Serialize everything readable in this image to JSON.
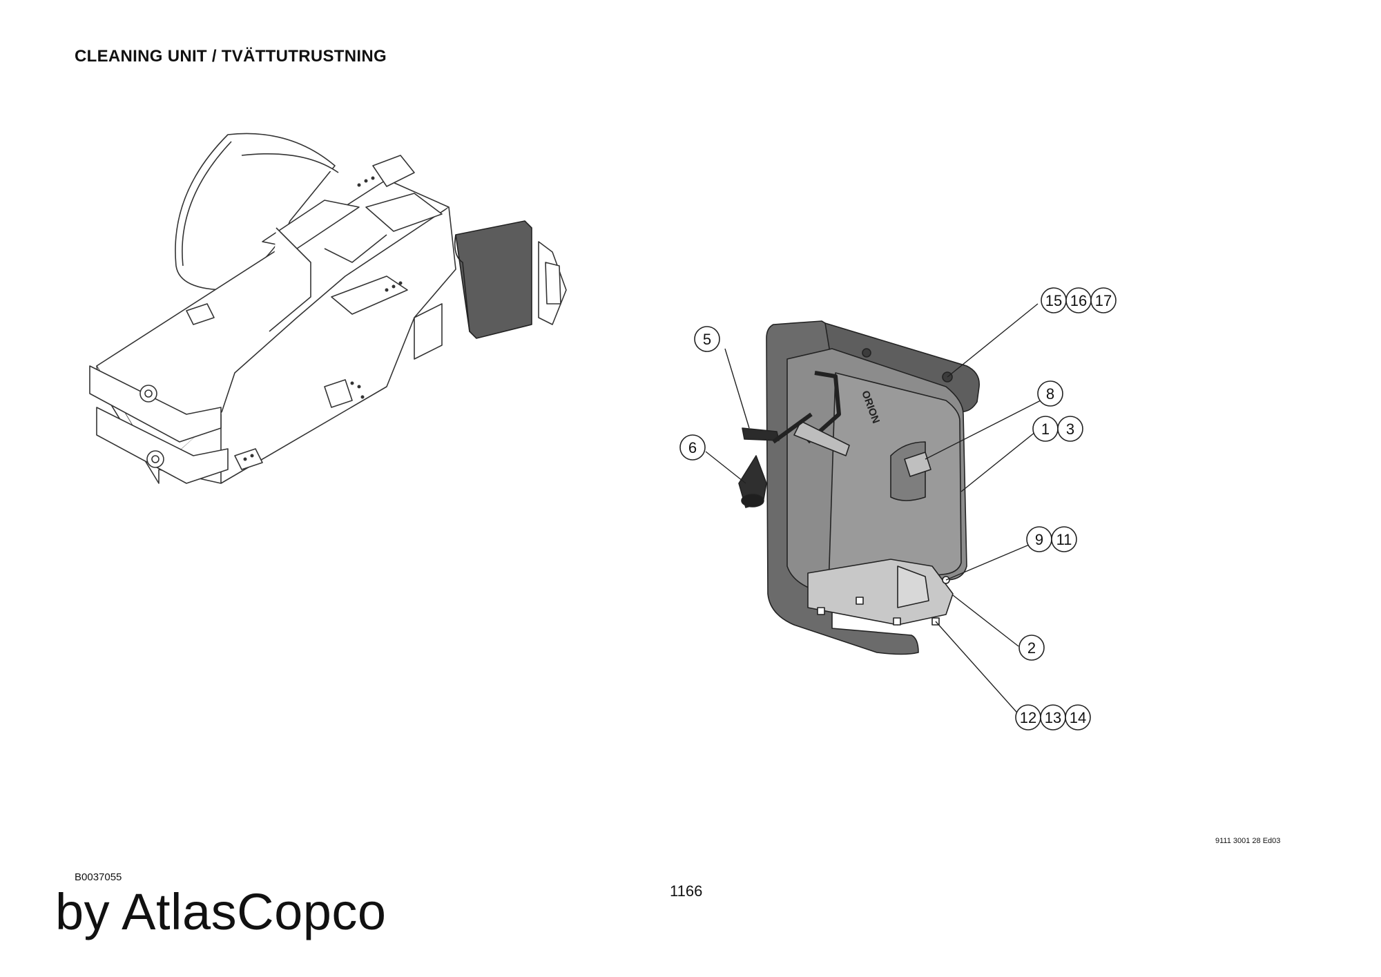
{
  "page": {
    "title": "CLEANING UNIT / TVÄTTUTRUSTNING",
    "drawing_id": "B0037055",
    "brand": "by AtlasCopco",
    "page_number": "1166",
    "doc_ref": "9111 3001 28 Ed03"
  },
  "diagram": {
    "overview": {
      "marking": "ORION"
    },
    "callouts": [
      "15",
      "16",
      "17",
      "5",
      "8",
      "1",
      "3",
      "6",
      "9",
      "11",
      "2",
      "12",
      "13",
      "14"
    ]
  }
}
